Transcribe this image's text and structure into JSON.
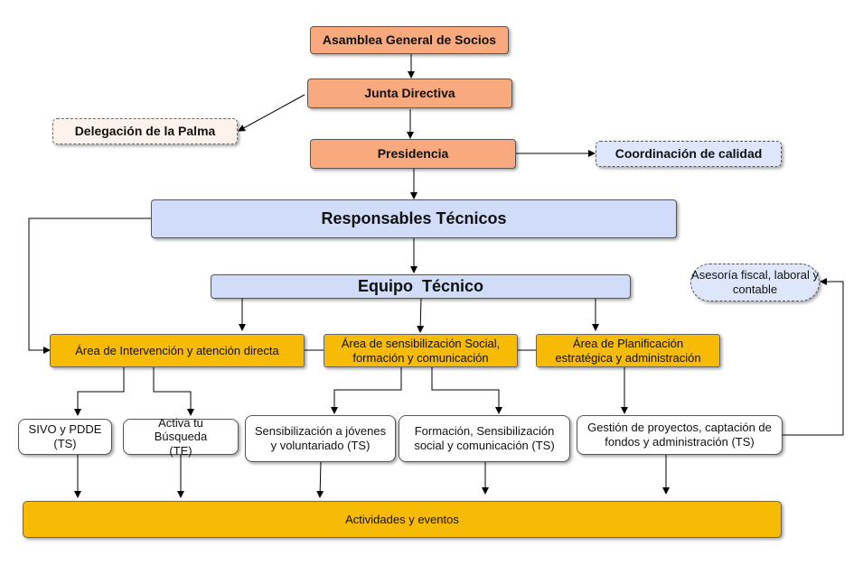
{
  "nodes": {
    "asamblea": "Asamblea General de Socios",
    "junta": "Junta Directiva",
    "delegacion": "Delegación de la Palma",
    "presidencia": "Presidencia",
    "coordinacion": "Coordinación de calidad",
    "responsables": "Responsables Técnicos",
    "equipo": "Equipo  Técnico",
    "asesoria": "Asesoría fiscal, laboral y contable",
    "area_intervencion": "Área de Intervención y atención directa",
    "area_sensibilizacion": "Área de sensibilización Social, formación y comunicación",
    "area_planificacion": "Área de Planificación estratégica y administración",
    "sivo": "SIVO y PDDE (TS)",
    "activa": "Activa tu Búsqueda (TE)",
    "sens_jovenes": "Sensibilización  a jóvenes y voluntariado (TS)",
    "formacion": "Formación, Sensibilización social y comunicación (TS)",
    "gestion": "Gestión de proyectos, captación de fondos y administración  (TS)",
    "actividades": "Actividades y eventos"
  },
  "colors": {
    "governance": "#f9a97e",
    "technical": "#d0dcf8",
    "area": "#f7bb05",
    "program": "#ffffff",
    "external": "#dde6fb",
    "delegation": "#fdf3ea"
  }
}
